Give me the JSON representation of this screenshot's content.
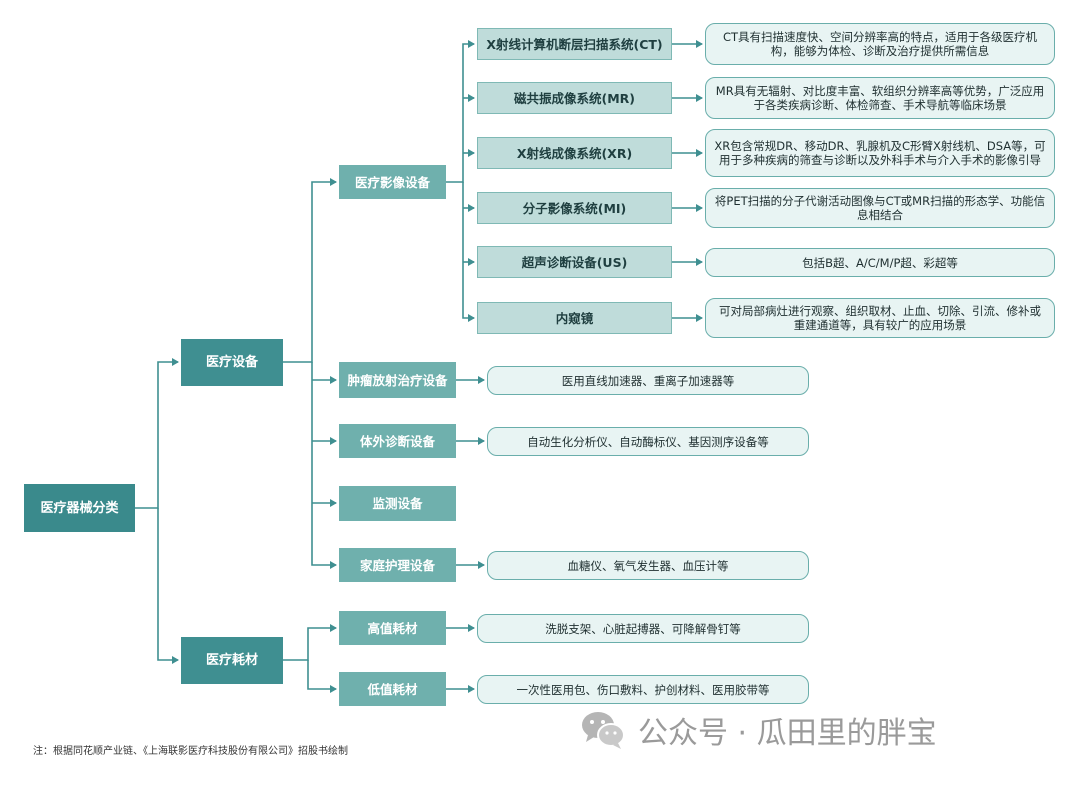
{
  "root": "医疗器械分类",
  "level1": {
    "equipment": "医疗设备",
    "consumables": "医疗耗材"
  },
  "level2": {
    "imaging": "医疗影像设备",
    "radiotherapy": "肿瘤放射治疗设备",
    "ivd": "体外诊断设备",
    "monitoring": "监测设备",
    "homecare": "家庭护理设备",
    "high_value": "高值耗材",
    "low_value": "低值耗材"
  },
  "imaging_systems": [
    {
      "name": "X射线计算机断层扫描系统(CT)",
      "desc": "CT具有扫描速度快、空间分辨率高的特点，适用于各级医疗机构，能够为体检、诊断及治疗提供所需信息"
    },
    {
      "name": "磁共振成像系统(MR)",
      "desc": "MR具有无辐射、对比度丰富、软组织分辨率高等优势，广泛应用于各类疾病诊断、体检筛查、手术导航等临床场景"
    },
    {
      "name": "X射线成像系统(XR)",
      "desc": "XR包含常规DR、移动DR、乳腺机及C形臂X射线机、DSA等，可用于多种疾病的筛查与诊断以及外科手术与介入手术的影像引导"
    },
    {
      "name": "分子影像系统(MI)",
      "desc": "将PET扫描的分子代谢活动图像与CT或MR扫描的形态学、功能信息相结合"
    },
    {
      "name": "超声诊断设备(US)",
      "desc": "包括B超、A/C/M/P超、彩超等"
    },
    {
      "name": "内窥镜",
      "desc": "可对局部病灶进行观察、组织取材、止血、切除、引流、修补或重建通道等，具有较广的应用场景"
    }
  ],
  "descriptions": {
    "radiotherapy": "医用直线加速器、重离子加速器等",
    "ivd": "自动生化分析仪、自动酶标仪、基因测序设备等",
    "homecare": "血糖仪、氧气发生器、血压计等",
    "high_value": "洗脱支架、心脏起搏器、可降解骨钉等",
    "low_value": "一次性医用包、伤口敷料、护创材料、医用胶带等"
  },
  "note": "注：根据同花顺产业链、《上海联影医疗科技股份有限公司》招股书绘制",
  "watermark": "公众号 · 瓜田里的胖宝",
  "colors": {
    "root": "#3a8a8c",
    "level1": "#3f8f91",
    "level2": "#6fb0ad",
    "level3": "#bfdcda",
    "desc_fill": "#e8f4f3",
    "desc_border": "#6aaeab",
    "connector": "#3f8f91"
  }
}
